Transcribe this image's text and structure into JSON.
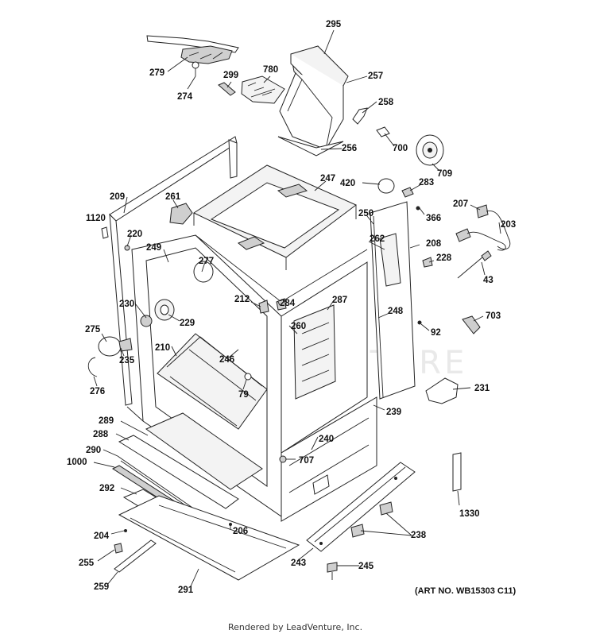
{
  "watermark": "LEADVENTURE",
  "art_number": "(ART NO. WB15303 C11)",
  "footer": "Rendered by LeadVenture, Inc.",
  "parts": [
    {
      "key": "295",
      "label": "295"
    },
    {
      "key": "279",
      "label": "279"
    },
    {
      "key": "274",
      "label": "274"
    },
    {
      "key": "299",
      "label": "299"
    },
    {
      "key": "780",
      "label": "780"
    },
    {
      "key": "257",
      "label": "257"
    },
    {
      "key": "258",
      "label": "258"
    },
    {
      "key": "700",
      "label": "700"
    },
    {
      "key": "256",
      "label": "256"
    },
    {
      "key": "709",
      "label": "709"
    },
    {
      "key": "420",
      "label": "420"
    },
    {
      "key": "247",
      "label": "247"
    },
    {
      "key": "283",
      "label": "283"
    },
    {
      "key": "209",
      "label": "209"
    },
    {
      "key": "261",
      "label": "261"
    },
    {
      "key": "366",
      "label": "366"
    },
    {
      "key": "207",
      "label": "207"
    },
    {
      "key": "203",
      "label": "203"
    },
    {
      "key": "1120",
      "label": "1120"
    },
    {
      "key": "250",
      "label": "250"
    },
    {
      "key": "220",
      "label": "220"
    },
    {
      "key": "262",
      "label": "262"
    },
    {
      "key": "208",
      "label": "208"
    },
    {
      "key": "249",
      "label": "249"
    },
    {
      "key": "277",
      "label": "277"
    },
    {
      "key": "228",
      "label": "228"
    },
    {
      "key": "43",
      "label": "43"
    },
    {
      "key": "212",
      "label": "212"
    },
    {
      "key": "284",
      "label": "284"
    },
    {
      "key": "287",
      "label": "287"
    },
    {
      "key": "230",
      "label": "230"
    },
    {
      "key": "248",
      "label": "248"
    },
    {
      "key": "703",
      "label": "703"
    },
    {
      "key": "229",
      "label": "229"
    },
    {
      "key": "260",
      "label": "260"
    },
    {
      "key": "92",
      "label": "92"
    },
    {
      "key": "275",
      "label": "275"
    },
    {
      "key": "210",
      "label": "210"
    },
    {
      "key": "246",
      "label": "246"
    },
    {
      "key": "235",
      "label": "235"
    },
    {
      "key": "276",
      "label": "276"
    },
    {
      "key": "79",
      "label": "79"
    },
    {
      "key": "231",
      "label": "231"
    },
    {
      "key": "239",
      "label": "239"
    },
    {
      "key": "289",
      "label": "289"
    },
    {
      "key": "288",
      "label": "288"
    },
    {
      "key": "240",
      "label": "240"
    },
    {
      "key": "290",
      "label": "290"
    },
    {
      "key": "1000",
      "label": "1000"
    },
    {
      "key": "707",
      "label": "707"
    },
    {
      "key": "292",
      "label": "292"
    },
    {
      "key": "1330",
      "label": "1330"
    },
    {
      "key": "206",
      "label": "206"
    },
    {
      "key": "204",
      "label": "204"
    },
    {
      "key": "238",
      "label": "238"
    },
    {
      "key": "255",
      "label": "255"
    },
    {
      "key": "243",
      "label": "243"
    },
    {
      "key": "245",
      "label": "245"
    },
    {
      "key": "259",
      "label": "259"
    },
    {
      "key": "291",
      "label": "291"
    }
  ]
}
